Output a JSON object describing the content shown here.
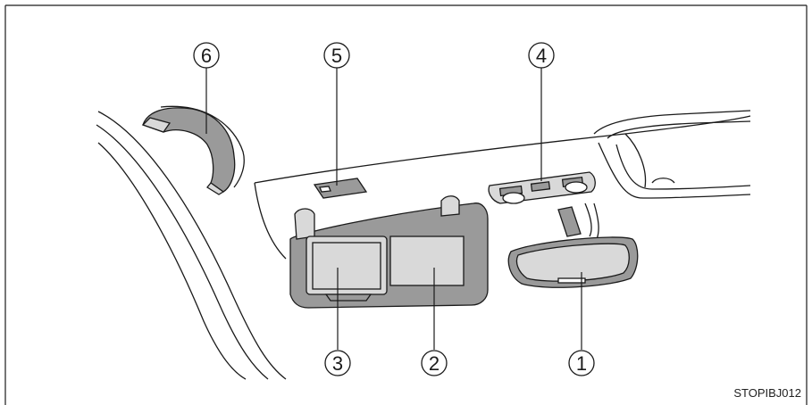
{
  "callouts": {
    "c1": "1",
    "c2": "2",
    "c3": "3",
    "c4": "4",
    "c5": "5",
    "c6": "6"
  },
  "figure_code": "STOPIBJ012",
  "colors": {
    "line": "#1a1a1a",
    "panel_fill": "#d9d9d9",
    "dark_fill": "#9a9a9a"
  }
}
